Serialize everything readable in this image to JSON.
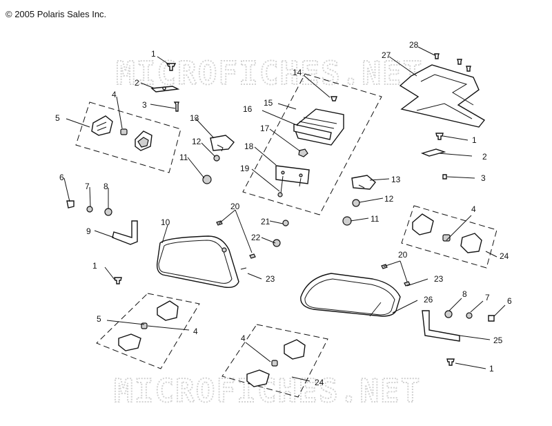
{
  "copyright": "© 2005 Polaris Sales Inc.",
  "watermark": "MICROFICHES.NET",
  "callouts": [
    "1",
    "2",
    "3",
    "4",
    "5",
    "6",
    "7",
    "8",
    "9",
    "10",
    "11",
    "12",
    "13",
    "14",
    "15",
    "16",
    "17",
    "18",
    "19",
    "20",
    "21",
    "22",
    "23",
    "24",
    "25",
    "26",
    "27",
    "28"
  ]
}
